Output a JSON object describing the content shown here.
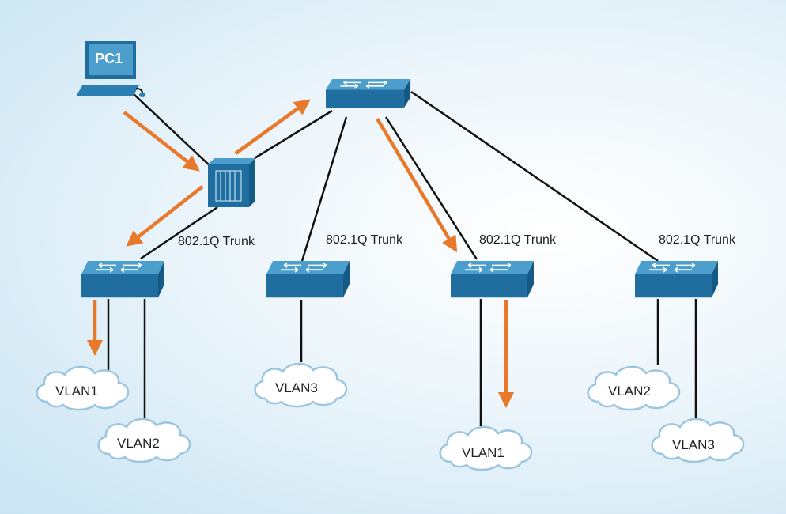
{
  "pc": {
    "label": "PC1"
  },
  "trunk_labels": [
    "802.1Q Trunk",
    "802.1Q Trunk",
    "802.1Q Trunk",
    "802.1Q Trunk"
  ],
  "vlans": [
    "VLAN1",
    "VLAN2",
    "VLAN3",
    "VLAN1",
    "VLAN2",
    "VLAN3"
  ],
  "colors": {
    "flow_arrow": "#e8782a",
    "switch_top": "#3d8fc0",
    "switch_front": "#1d6b9c",
    "link": "#111111"
  }
}
